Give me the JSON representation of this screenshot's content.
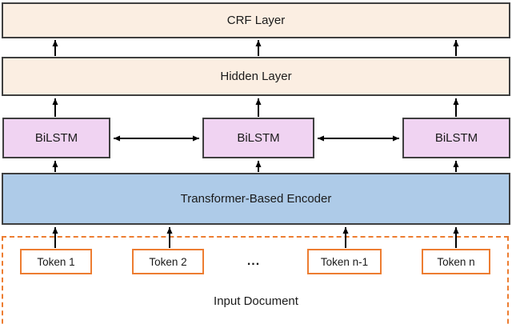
{
  "diagram": {
    "crf_layer": {
      "label": "CRF Layer"
    },
    "hidden_layer": {
      "label": "Hidden Layer"
    },
    "bilstm_layer": {
      "boxes": [
        "BiLSTM",
        "BiLSTM",
        "BiLSTM"
      ]
    },
    "encoder": {
      "label": "Transformer-Based Encoder"
    },
    "input": {
      "tokens": [
        "Token 1",
        "Token 2",
        "Token n-1",
        "Token n"
      ],
      "ellipsis": "...",
      "label": "Input Document"
    },
    "colors": {
      "background": "#ffffff",
      "layer_fill": "#fbeee2",
      "bilstm_fill": "#f0d3f2",
      "encoder_fill": "#aecbe8",
      "box_border": "#3f3f3f",
      "token_border": "#ed7d31",
      "dashed_border": "#ed7d31",
      "arrow": "#000000"
    }
  }
}
